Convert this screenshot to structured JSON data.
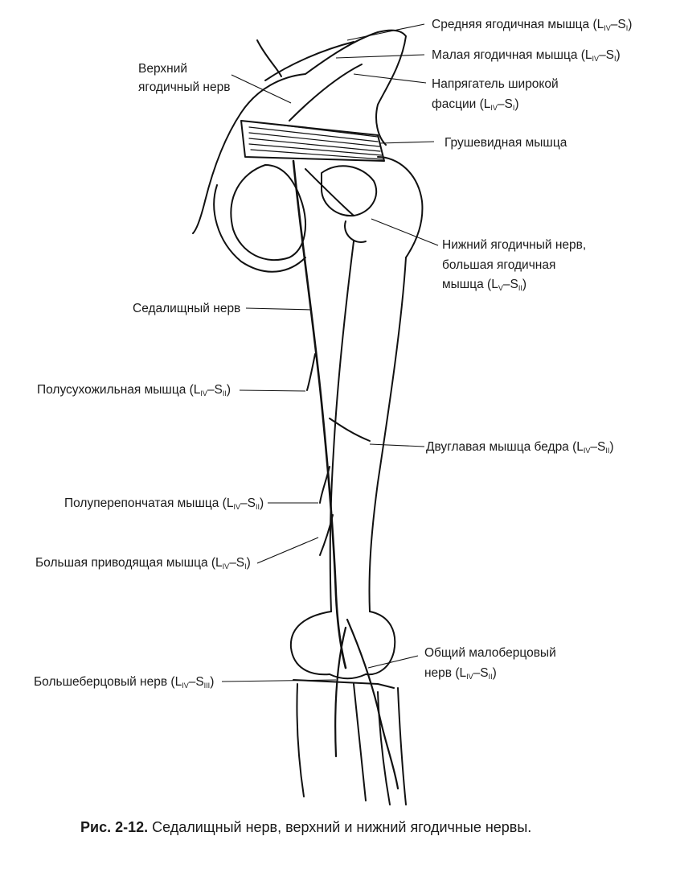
{
  "labels": {
    "gluteus_medius": {
      "name": "Средняя ягодичная мышца (L",
      "seg1": "IV",
      "mid": "–S",
      "seg2": "I",
      "end": ")"
    },
    "gluteus_minimus": {
      "name": "Малая ягодичная мышца (L",
      "seg1": "IV",
      "mid": "–S",
      "seg2": "I",
      "end": ")"
    },
    "tensor_fasciae_line1": "Напрягатель широкой",
    "tensor_fasciae_line2": {
      "name": "фасции (L",
      "seg1": "IV",
      "mid": "–S",
      "seg2": "I",
      "end": ")"
    },
    "superior_gluteal_nerve_line1": "Верхний",
    "superior_gluteal_nerve_line2": "ягодичный нерв",
    "piriformis": "Грушевидная мышца",
    "inferior_gluteal_line1": "Нижний ягодичный нерв,",
    "inferior_gluteal_line2": "большая ягодичная",
    "inferior_gluteal_line3": {
      "name": "мышца (L",
      "seg1": "V",
      "mid": "–S",
      "seg2": "II",
      "end": ")"
    },
    "sciatic_nerve": "Седалищный нерв",
    "semitendinosus": {
      "name": "Полусухожильная мышца (L",
      "seg1": "IV",
      "mid": "–S",
      "seg2": "II",
      "end": ")"
    },
    "biceps_femoris": {
      "name": "Двуглавая мышца бедра (L",
      "seg1": "IV",
      "mid": "–S",
      "seg2": "II",
      "end": ")"
    },
    "semimembranosus": {
      "name": "Полуперепончатая мышца (L",
      "seg1": "IV",
      "mid": "–S",
      "seg2": "II",
      "end": ")"
    },
    "adductor_magnus": {
      "name": "Большая приводящая мышца (L",
      "seg1": "IV",
      "mid": "–S",
      "seg2": "I",
      "end": ")"
    },
    "common_peroneal_line1": "Общий малоберцовый",
    "common_peroneal_line2": {
      "name": "нерв (L",
      "seg1": "IV",
      "mid": "–S",
      "seg2": "II",
      "end": ")"
    },
    "tibial_nerve": {
      "name": "Большеберцовый нерв (L",
      "seg1": "IV",
      "mid": "–S",
      "seg2": "III",
      "end": ")"
    }
  },
  "caption": {
    "number": "Рис. 2-12.",
    "text": "Седалищный нерв, верхний и нижний ягодичные нервы."
  }
}
